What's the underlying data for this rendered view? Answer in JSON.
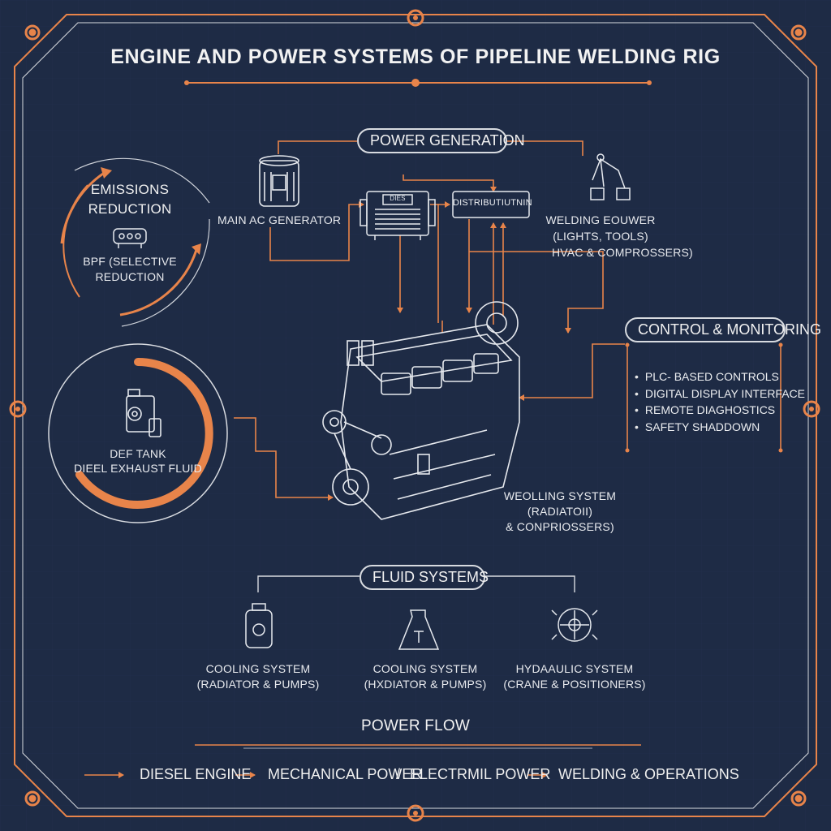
{
  "title": "ENGINE AND POWER SYSTEMS OF PIPELINE WELDING RIG",
  "sections": {
    "power_generation": "POWER GENERATION",
    "control_monitoring": "CONTROL & MONITORING",
    "fluid_systems": "FLUID SYSTEMS",
    "power_flow": "POWER FLOW"
  },
  "power_generation": {
    "generator_label": "MAIN AC GENERATOR",
    "generator_box_text": "DIES",
    "distribution_box_text": "DISTRIBUTIUTNIN",
    "welding_line1": "WELDING EOUWER",
    "welding_line2": "(LIGHTS, TOOLS)",
    "welding_line3": "HVAC & COMPROSSERS)"
  },
  "emissions": {
    "line1": "EMISSIONS",
    "line2": "REDUCTION",
    "sub1": "BPF (SELECTIVE",
    "sub2": "REDUCTION"
  },
  "def_tank": {
    "line1": "DEF TANK",
    "line2": "DIEEL EXHAUST FLUID"
  },
  "control": {
    "items": [
      "PLC- BASED CONTROLS",
      "DIGITAL DISPLAY INTERFACE",
      "REMOTE DIAGHOSTICS",
      "SAFETY SHADDOWN"
    ]
  },
  "welding_system": {
    "line1": "WEOLLING SYSTEM",
    "line2": "(RADIATOII)",
    "line3": "& CONPRIOSSERS)"
  },
  "fluid": {
    "items": [
      {
        "title": "COOLING SYSTEM",
        "sub": "(RADIATOR & PUMPS)",
        "icon": "coolant-bottle-icon"
      },
      {
        "title": "COOLING SYSTEM",
        "sub": "(HXDIATOR & PUMPS)",
        "icon": "flask-icon"
      },
      {
        "title": "HYDAAULIC SYSTEM",
        "sub": "(CRANE & POSITIONERS)",
        "icon": "hydraulic-pump-icon"
      }
    ]
  },
  "flow": {
    "steps": [
      "DIESEL ENGINE",
      "MECHANICAL POWER",
      "ELECTRMIL POWER",
      "WELDING & OPERATIONS"
    ],
    "separator": "/"
  },
  "colors": {
    "background": "#1e2b45",
    "accent": "#e8844a",
    "line": "#d8dbe0"
  }
}
